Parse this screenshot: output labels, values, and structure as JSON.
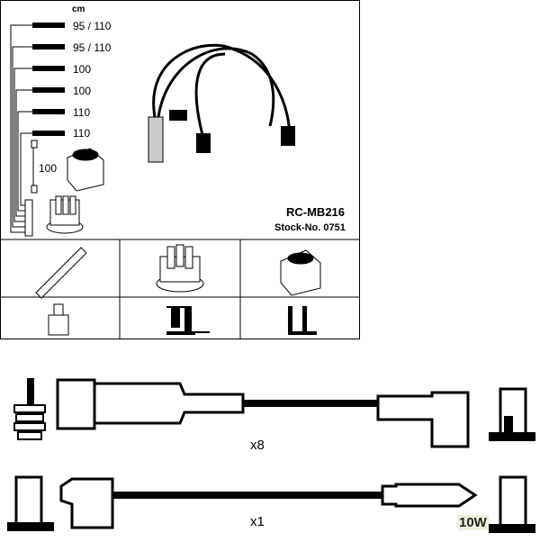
{
  "unit_label": "cm",
  "lengths": [
    "95 / 110",
    "95 / 110",
    "100",
    "100",
    "110",
    "110"
  ],
  "coil_lead_length": "100",
  "part_number": "RC-MB216",
  "stock_number": "Stock-No. 0751",
  "quantities": {
    "type_a": "x8",
    "type_b": "x1"
  },
  "watermark": "10W"
}
